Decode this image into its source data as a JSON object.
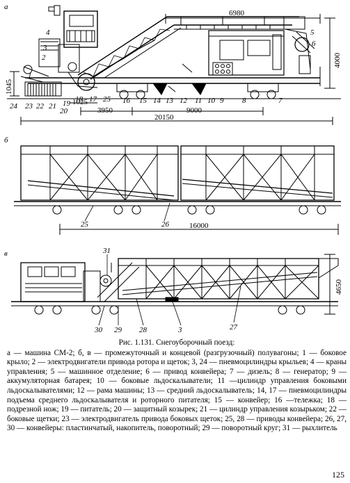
{
  "figure": {
    "panel_labels": [
      "а",
      "б",
      "в"
    ],
    "dims_a": {
      "top_length": "6980",
      "height": "4000",
      "left_height": "1045",
      "d_1025": "1025",
      "d_3950": "3950",
      "d_9000": "9000",
      "total": "20150"
    },
    "dims_b": {
      "length": "16000"
    },
    "dims_c": {
      "height": "4650"
    },
    "callouts_a": [
      "4",
      "3",
      "2",
      "1",
      "24",
      "23",
      "22",
      "21",
      "20",
      "19",
      "18",
      "17",
      "25",
      "16",
      "15",
      "14",
      "13",
      "12",
      "11",
      "10",
      "9",
      "8",
      "7",
      "6",
      "5"
    ],
    "callouts_b": [
      "25",
      "26"
    ],
    "callouts_c": [
      "31",
      "30",
      "29",
      "28",
      "3",
      "27"
    ]
  },
  "caption": {
    "title": "Рис. 1.131. Снегоуборочный поезд:",
    "body": "а — машина СМ-2; б, в — промежуточный и концевой (разгрузочный) полувагоны; 1 — боковое крыло; 2 — электродвигатели привода ротора и щеток; 3, 24 — пневмоцилиндры крыльев; 4 — краны управления; 5 — машинное отделение; 6 — привод конвейера; 7 — дизель; 8 — генератор; 9 — аккумуляторная батарея; 10 — боковые льдоскалыватели; 11 —цилиндр управления боковыми льдоскалывателями; 12 — рама машины; 13 — средний льдоскалыватель; 14, 17 — пневмоцилиндры подъема среднего льдоскалывателя и роторного питателя; 15 — конвейер; 16 —тележка; 18 — подрезной нож; 19 — питатель; 20 — защитный козырек; 21 — цилиндр управления козырьком; 22 — боковые щетки; 23 — электродвигатель привода боковых щеток; 25, 28 — приводы конвейера; 26, 27, 30 — конвейеры: пластинчатый, накопитель, поворотный; 29 — поворотный круг; 31 — рыхлитель"
  },
  "page_number": "125"
}
